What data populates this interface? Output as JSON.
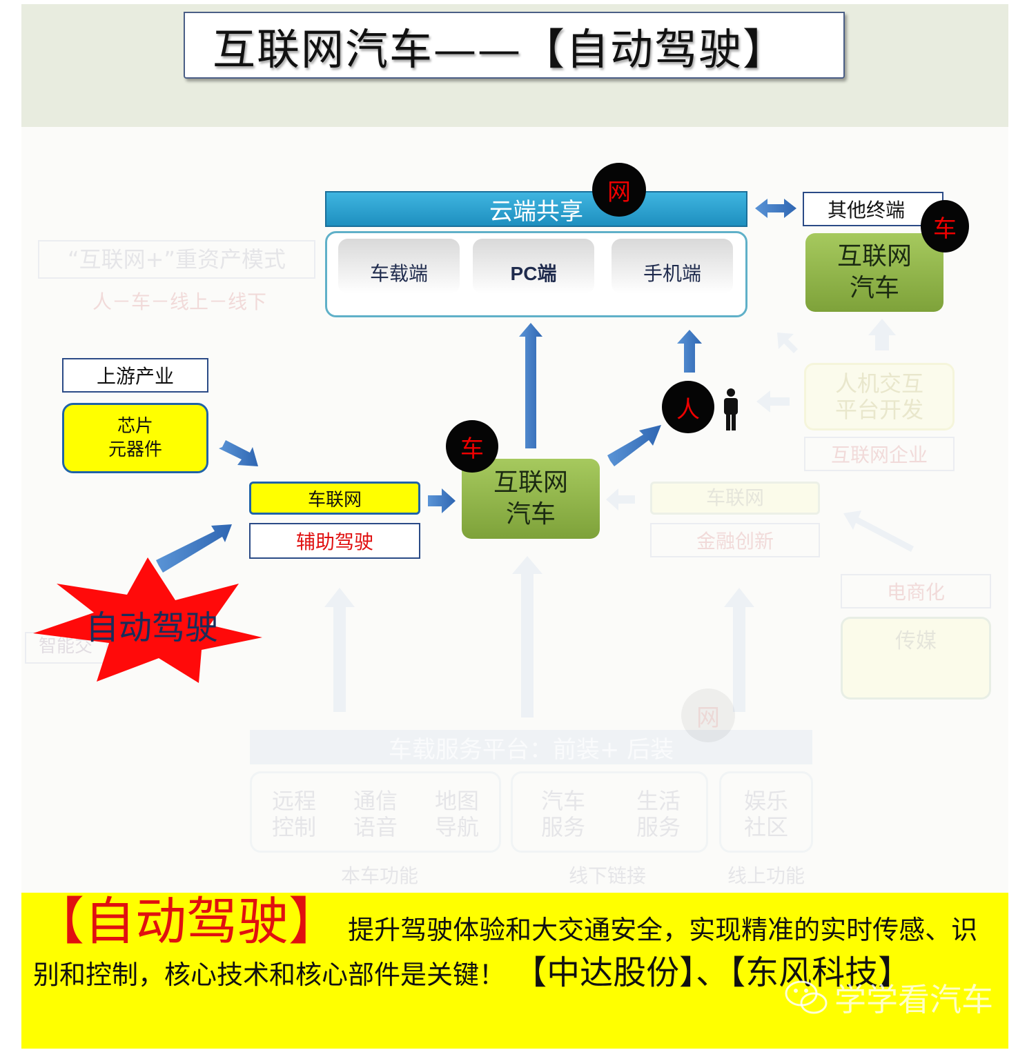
{
  "header": {
    "title": "互联网汽车——【自动驾驶】"
  },
  "cloud": {
    "label": "云端共享",
    "terminals": [
      "车载端",
      "PC端",
      "手机端"
    ]
  },
  "badges": {
    "net": "网",
    "car": "车",
    "person": "人"
  },
  "right_node": {
    "other_label": "其他终端",
    "label": "互联网\n汽车"
  },
  "left": {
    "upstream_label": "上游产业",
    "chip_label": "芯片\n元器件",
    "iov_label": "车联网",
    "assist_label": "辅助驾驶",
    "star_label": "自动驾驶"
  },
  "center_node": {
    "label": "互联网\n汽车"
  },
  "ghost": {
    "model_title": "“互联网+”重资产模式",
    "model_sub": "人－车－线上－线下",
    "smart_traffic": "智能交",
    "hmi": "人机交互\n平台开发",
    "internet_co": "互联网企业",
    "iov_right": "车联网",
    "finance": "金融创新",
    "ecommerce": "电商化",
    "media": "传媒",
    "platform": "车载服务平台：前装+ 后装",
    "net_badge": "网",
    "services": [
      "远程\n控制",
      "通信\n语音",
      "地图\n导航",
      "汽车\n服务",
      "生活\n服务",
      "娱乐\n社区"
    ],
    "groups": [
      "本车功能",
      "线下链接",
      "线上功能"
    ]
  },
  "bottom": {
    "title": "【自动驾驶】",
    "text1": "提升驾驶体验和大交通安全，实现精准的实时传感、识别和控制，核心技术和核心部件是关键！",
    "companies": "【中达股份】、【东风科技】"
  },
  "watermark": "学学看汽车",
  "colors": {
    "arrow": "#3a76c0",
    "badge_text": "#ee0000",
    "yellow": "#ffff00",
    "green": "#8db34a"
  }
}
